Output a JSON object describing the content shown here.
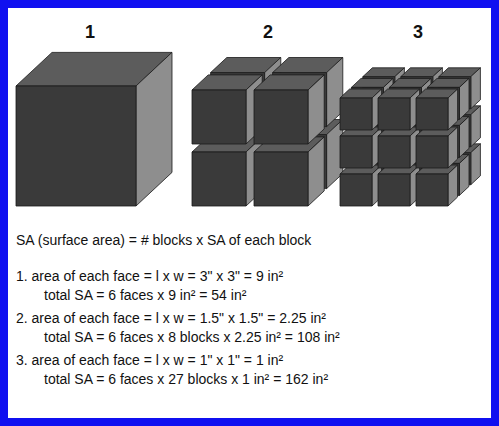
{
  "diagram": {
    "labels": [
      "1",
      "2",
      "3",
      "SA (surface area) = # blocks x SA of each block",
      "1.  area of each face = l x w = 3\" x 3\" = 9 in²",
      "total SA = 6 faces x 9 in² = 54 in²",
      "2.  area of each face = l x w = 1.5\" x 1.5\" = 2.25 in²",
      "total SA = 6 faces x 8 blocks x 2.25 in² = 108 in²",
      "3.  area of each face = l x w = 1\" x 1\" = 1 in²",
      "total SA = 6 faces x 27 blocks x 1 in² = 162 in²"
    ]
  }
}
